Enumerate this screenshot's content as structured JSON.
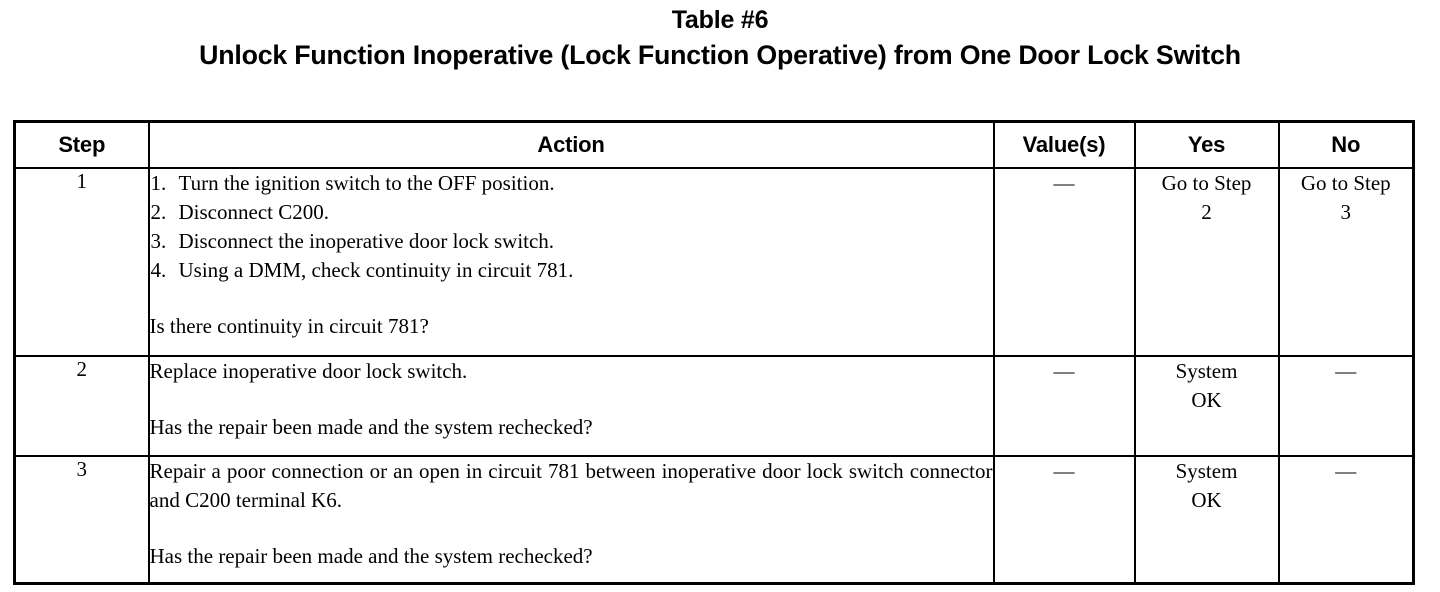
{
  "title": {
    "line1": "Table #6",
    "line2": "Unlock Function Inoperative (Lock Function Operative) from One Door Lock Switch"
  },
  "table": {
    "columns": {
      "step": "Step",
      "action": "Action",
      "values": "Value(s)",
      "yes": "Yes",
      "no": "No"
    },
    "rows": [
      {
        "step": "1",
        "action_items": [
          "Turn the ignition switch to the OFF position.",
          "Disconnect C200.",
          "Disconnect the inoperative door lock switch.",
          "Using a DMM, check continuity in circuit 781."
        ],
        "action_question": "Is there continuity in circuit 781?",
        "value": "—",
        "yes_line1": "Go to Step",
        "yes_line2": "2",
        "no_line1": "Go to Step",
        "no_line2": "3"
      },
      {
        "step": "2",
        "action_statement": "Replace inoperative door lock switch.",
        "action_question": "Has the repair been made and the system rechecked?",
        "value": "—",
        "yes_line1": "System",
        "yes_line2": "OK",
        "no_line1": "—",
        "no_line2": ""
      },
      {
        "step": "3",
        "action_statement": "Repair a poor connection or an open in circuit 781 between inoperative door lock switch connector and C200 terminal K6.",
        "action_question": "Has the repair been made and the system rechecked?",
        "value": "—",
        "yes_line1": "System",
        "yes_line2": "OK",
        "no_line1": "—",
        "no_line2": ""
      }
    ]
  },
  "colors": {
    "ink": "#000000",
    "paper": "#ffffff"
  }
}
